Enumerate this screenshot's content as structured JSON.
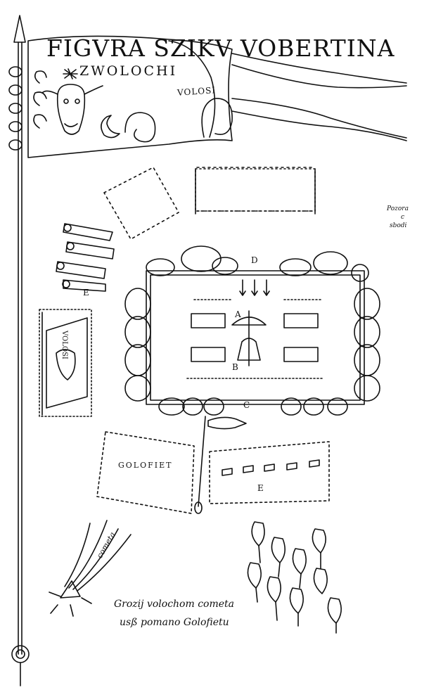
{
  "banner": {
    "title": "FIGVRA SZIKV VOBERTINA",
    "subtitle": "ZWOLOCHI",
    "label": "VOLOSI"
  },
  "flag": {
    "label": "VOLOSI"
  },
  "camp": {
    "letters": {
      "a": "A",
      "b": "B",
      "c": "C",
      "d": "D",
      "e_left": "E",
      "e_bottom": "E"
    }
  },
  "troops": {
    "label": "GOLOFIET"
  },
  "comet": {
    "label": "cometa"
  },
  "caption": {
    "line1": "Grozij volochom cometa",
    "line2": "usß pomano Golofietu"
  },
  "side_note": {
    "line1": "Pozora",
    "line2": "c",
    "line3": "sbodi"
  }
}
